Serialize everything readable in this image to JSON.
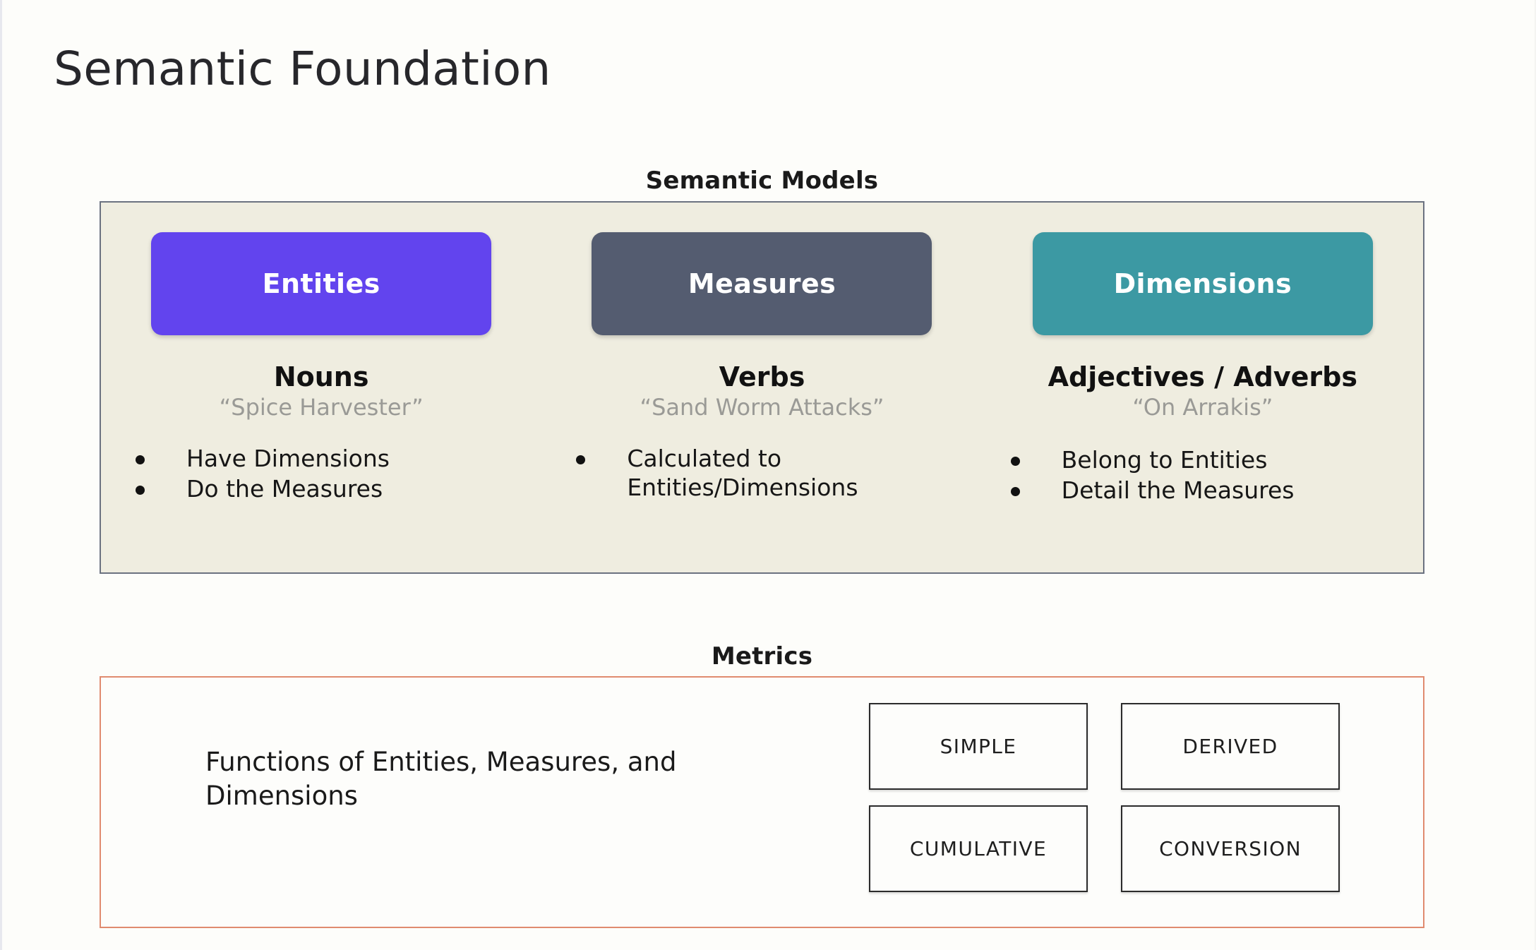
{
  "slide": {
    "title": "Semantic Foundation",
    "background_color": "#FDFDFA"
  },
  "semantic_models": {
    "heading": "Semantic Models",
    "panel_background": "#EFEDE0",
    "panel_border_color": "#6B7280",
    "columns": [
      {
        "pill_label": "Entities",
        "pill_color": "#6244EE",
        "part_of_speech": "Nouns",
        "example": "“Spice Harvester”",
        "bullets": [
          "Have Dimensions",
          "Do the Measures"
        ]
      },
      {
        "pill_label": "Measures",
        "pill_color": "#545C70",
        "part_of_speech": "Verbs",
        "example": "“Sand Worm Attacks”",
        "bullets": [
          "Calculated to Entities/Dimensions"
        ]
      },
      {
        "pill_label": "Dimensions",
        "pill_color": "#3C99A3",
        "part_of_speech": "Adjectives / Adverbs",
        "example": "“On Arrakis”",
        "bullets": [
          "Belong to Entities",
          "Detail the Measures"
        ]
      }
    ]
  },
  "metrics": {
    "heading": "Metrics",
    "panel_border_color": "#E08B6F",
    "description": "Functions of Entities, Measures, and Dimensions",
    "types": [
      "SIMPLE",
      "DERIVED",
      "CUMULATIVE",
      "CONVERSION"
    ]
  }
}
